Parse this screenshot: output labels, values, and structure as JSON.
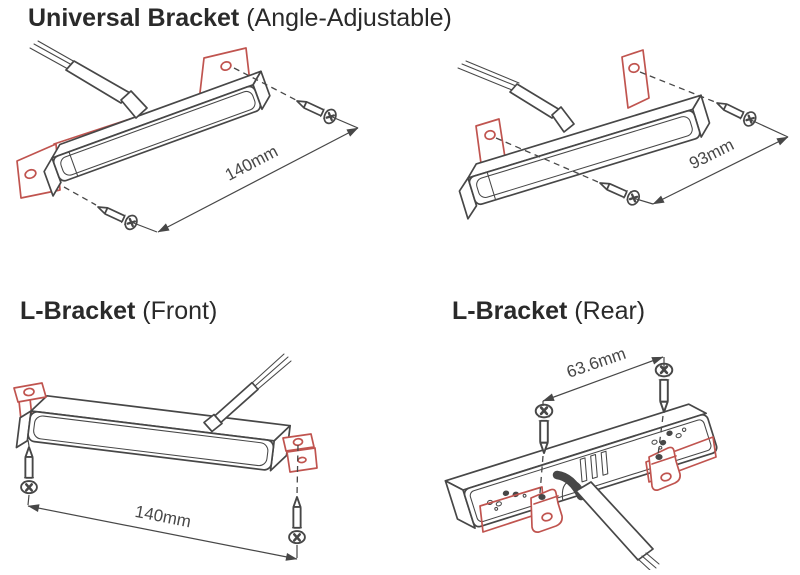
{
  "sections": [
    {
      "title": "Universal Bracket",
      "subtitle": "(Angle-Adjustable)"
    },
    {
      "title": "L-Bracket",
      "subtitle": "(Front)"
    },
    {
      "title": "L-Bracket",
      "subtitle": "(Rear)"
    }
  ],
  "dimensions": {
    "universal_front_length": "140mm",
    "universal_rear_width": "93mm",
    "l_front_length": "140mm",
    "l_rear_hole_spacing": "63.6mm"
  },
  "figures": [
    "universal-bracket-length-view",
    "universal-bracket-width-view",
    "l-bracket-front-view",
    "l-bracket-rear-view"
  ],
  "colors": {
    "line": "#474747",
    "bracket_red": "#c0544f",
    "text": "#2a2a2a",
    "background": "#ffffff"
  }
}
